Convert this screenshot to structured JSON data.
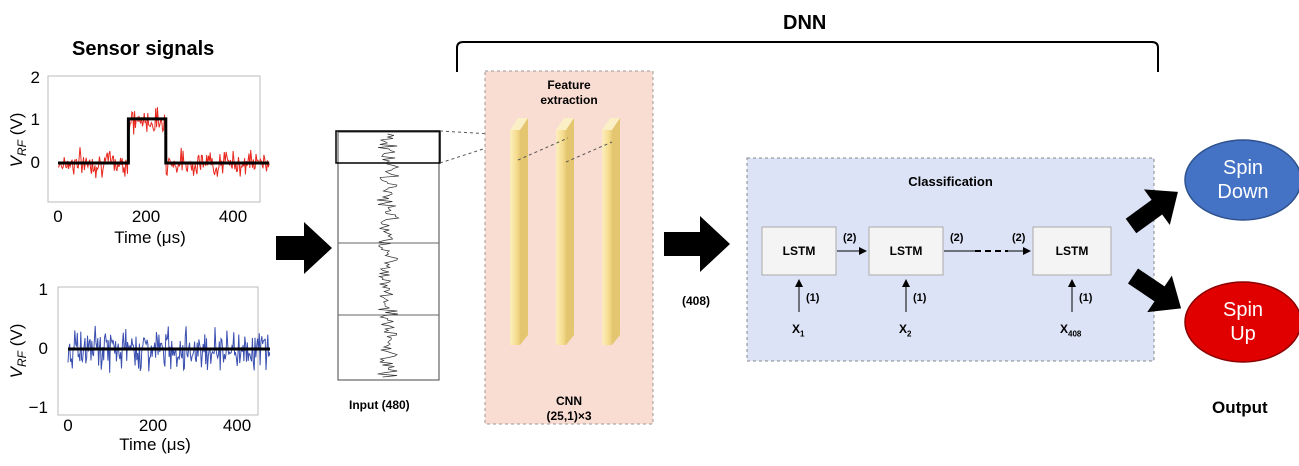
{
  "sensor": {
    "title": "Sensor signals",
    "plot1": {
      "ylabel_main": "V",
      "ylabel_sub": "RF",
      "ylabel_unit": " (V)",
      "xlabel": "Time (μs)",
      "xticks": [
        "0",
        "200",
        "400"
      ],
      "yticks": [
        "2",
        "1",
        "0"
      ],
      "noise_color": "#e8281e",
      "fit_color": "#000000"
    },
    "plot2": {
      "ylabel_main": "V",
      "ylabel_sub": "RF",
      "ylabel_unit": " (V)",
      "xlabel": "Time (μs)",
      "xticks": [
        "0",
        "200",
        "400"
      ],
      "yticks": [
        "1",
        "0",
        "−1"
      ],
      "noise_color": "#3a4fb0",
      "fit_color": "#000000"
    }
  },
  "input": {
    "label": "Input (480)"
  },
  "dnn": {
    "label": "DNN"
  },
  "cnn": {
    "section_title_line1": "Feature",
    "section_title_line2": "extraction",
    "label_line1": "CNN",
    "label_line2": "(25,1)×3",
    "panel_color": "#f9dcd2",
    "column_color": "#f7e39e"
  },
  "flow": {
    "size_label": "(408)"
  },
  "classification": {
    "title": "Classification",
    "panel_color": "#dde3f6",
    "cells": [
      {
        "label": "LSTM",
        "input_main": "X",
        "input_sub": "1",
        "input_edge": "(1)"
      },
      {
        "label": "LSTM",
        "input_main": "X",
        "input_sub": "2",
        "input_edge": "(1)"
      },
      {
        "label": "LSTM",
        "input_main": "X",
        "input_sub": "408",
        "input_edge": "(1)"
      }
    ],
    "recurrent_edges": [
      "(2)",
      "(2)",
      "(2)"
    ]
  },
  "outputs": {
    "title": "Output",
    "spin_down": {
      "line1": "Spin",
      "line2": "Down",
      "color": "#4472c4"
    },
    "spin_up": {
      "line1": "Spin",
      "line2": "Up",
      "color": "#e00000"
    }
  }
}
